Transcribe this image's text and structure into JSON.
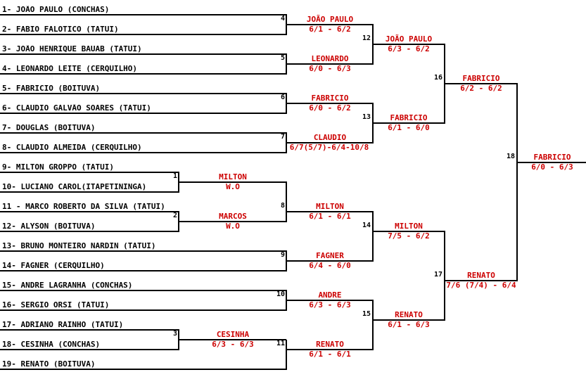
{
  "colors": {
    "line": "#000000",
    "player_text": "#000000",
    "result_text": "#cc0000"
  },
  "players": [
    "1- JOÃO PAULO (CONCHAS)",
    "2- FABIO FALOTICO (TATUI)",
    "3- JOÃO HENRIQUE BAUAB (TATUI)",
    "4- LEONARDO LEITE (CERQUILHO)",
    "5- FABRICIO (BOITUVA)",
    "6- CLAUDIO GALVÃO SOARES (TATUI)",
    "7- DOUGLAS (BOITUVA)",
    "8- CLAUDIO ALMEIDA (CERQUILHO)",
    "9- MILTON GROPPO (TATUI)",
    "10- LUCIANO CAROL(ITAPETININGA)",
    "11 - MARCO ROBERTO DA SILVA (TATUI)",
    "12- ALYSON (BOITUVA)",
    "13- BRUNO MONTEIRO NARDIN (TATUI)",
    "14- FAGNER (CERQUILHO)",
    "15- ANDRE LAGRANHA (CONCHAS)",
    "16- SERGIO ORSI (TATUI)",
    "17- ADRIANO RAINHO (TATUI)",
    "18- CESINHA (CONCHAS)",
    "19- RENATO (BOITUVA)"
  ],
  "matches": [
    {
      "num": "1",
      "winner": "MILTON",
      "score": "W.O"
    },
    {
      "num": "2",
      "winner": "MARCOS",
      "score": "W.O"
    },
    {
      "num": "3",
      "winner": "CESINHA",
      "score": "6/3 - 6/3"
    },
    {
      "num": "4",
      "winner": "JOÃO PAULO",
      "score": "6/1 - 6/2"
    },
    {
      "num": "5",
      "winner": "LEONARDO",
      "score": "6/0 - 6/3"
    },
    {
      "num": "6",
      "winner": "FABRICIO",
      "score": "6/0 - 6/2"
    },
    {
      "num": "7",
      "winner": "CLAUDIO",
      "score": "6/7(5/7)-6/4-10/8"
    },
    {
      "num": "8",
      "winner": "MILTON",
      "score": "6/1 - 6/1"
    },
    {
      "num": "9",
      "winner": "FAGNER",
      "score": "6/4 - 6/0"
    },
    {
      "num": "10",
      "winner": "ANDRE",
      "score": "6/3 - 6/3"
    },
    {
      "num": "11",
      "winner": "RENATO",
      "score": "6/1 - 6/1"
    },
    {
      "num": "12",
      "winner": "JOÃO PAULO",
      "score": "6/3  -  6/2"
    },
    {
      "num": "13",
      "winner": "FABRICIO",
      "score": "6/1  -  6/0"
    },
    {
      "num": "14",
      "winner": "MILTON",
      "score": "7/5  -  6/2"
    },
    {
      "num": "15",
      "winner": "RENATO",
      "score": "6/1  -  6/3"
    },
    {
      "num": "16",
      "winner": "FABRICIO",
      "score": "6/2 - 6/2"
    },
    {
      "num": "17",
      "winner": "RENATO",
      "score": "7/6 (7/4) - 6/4"
    },
    {
      "num": "18",
      "winner": "FABRICIO",
      "score": "6/0 - 6/3"
    }
  ]
}
